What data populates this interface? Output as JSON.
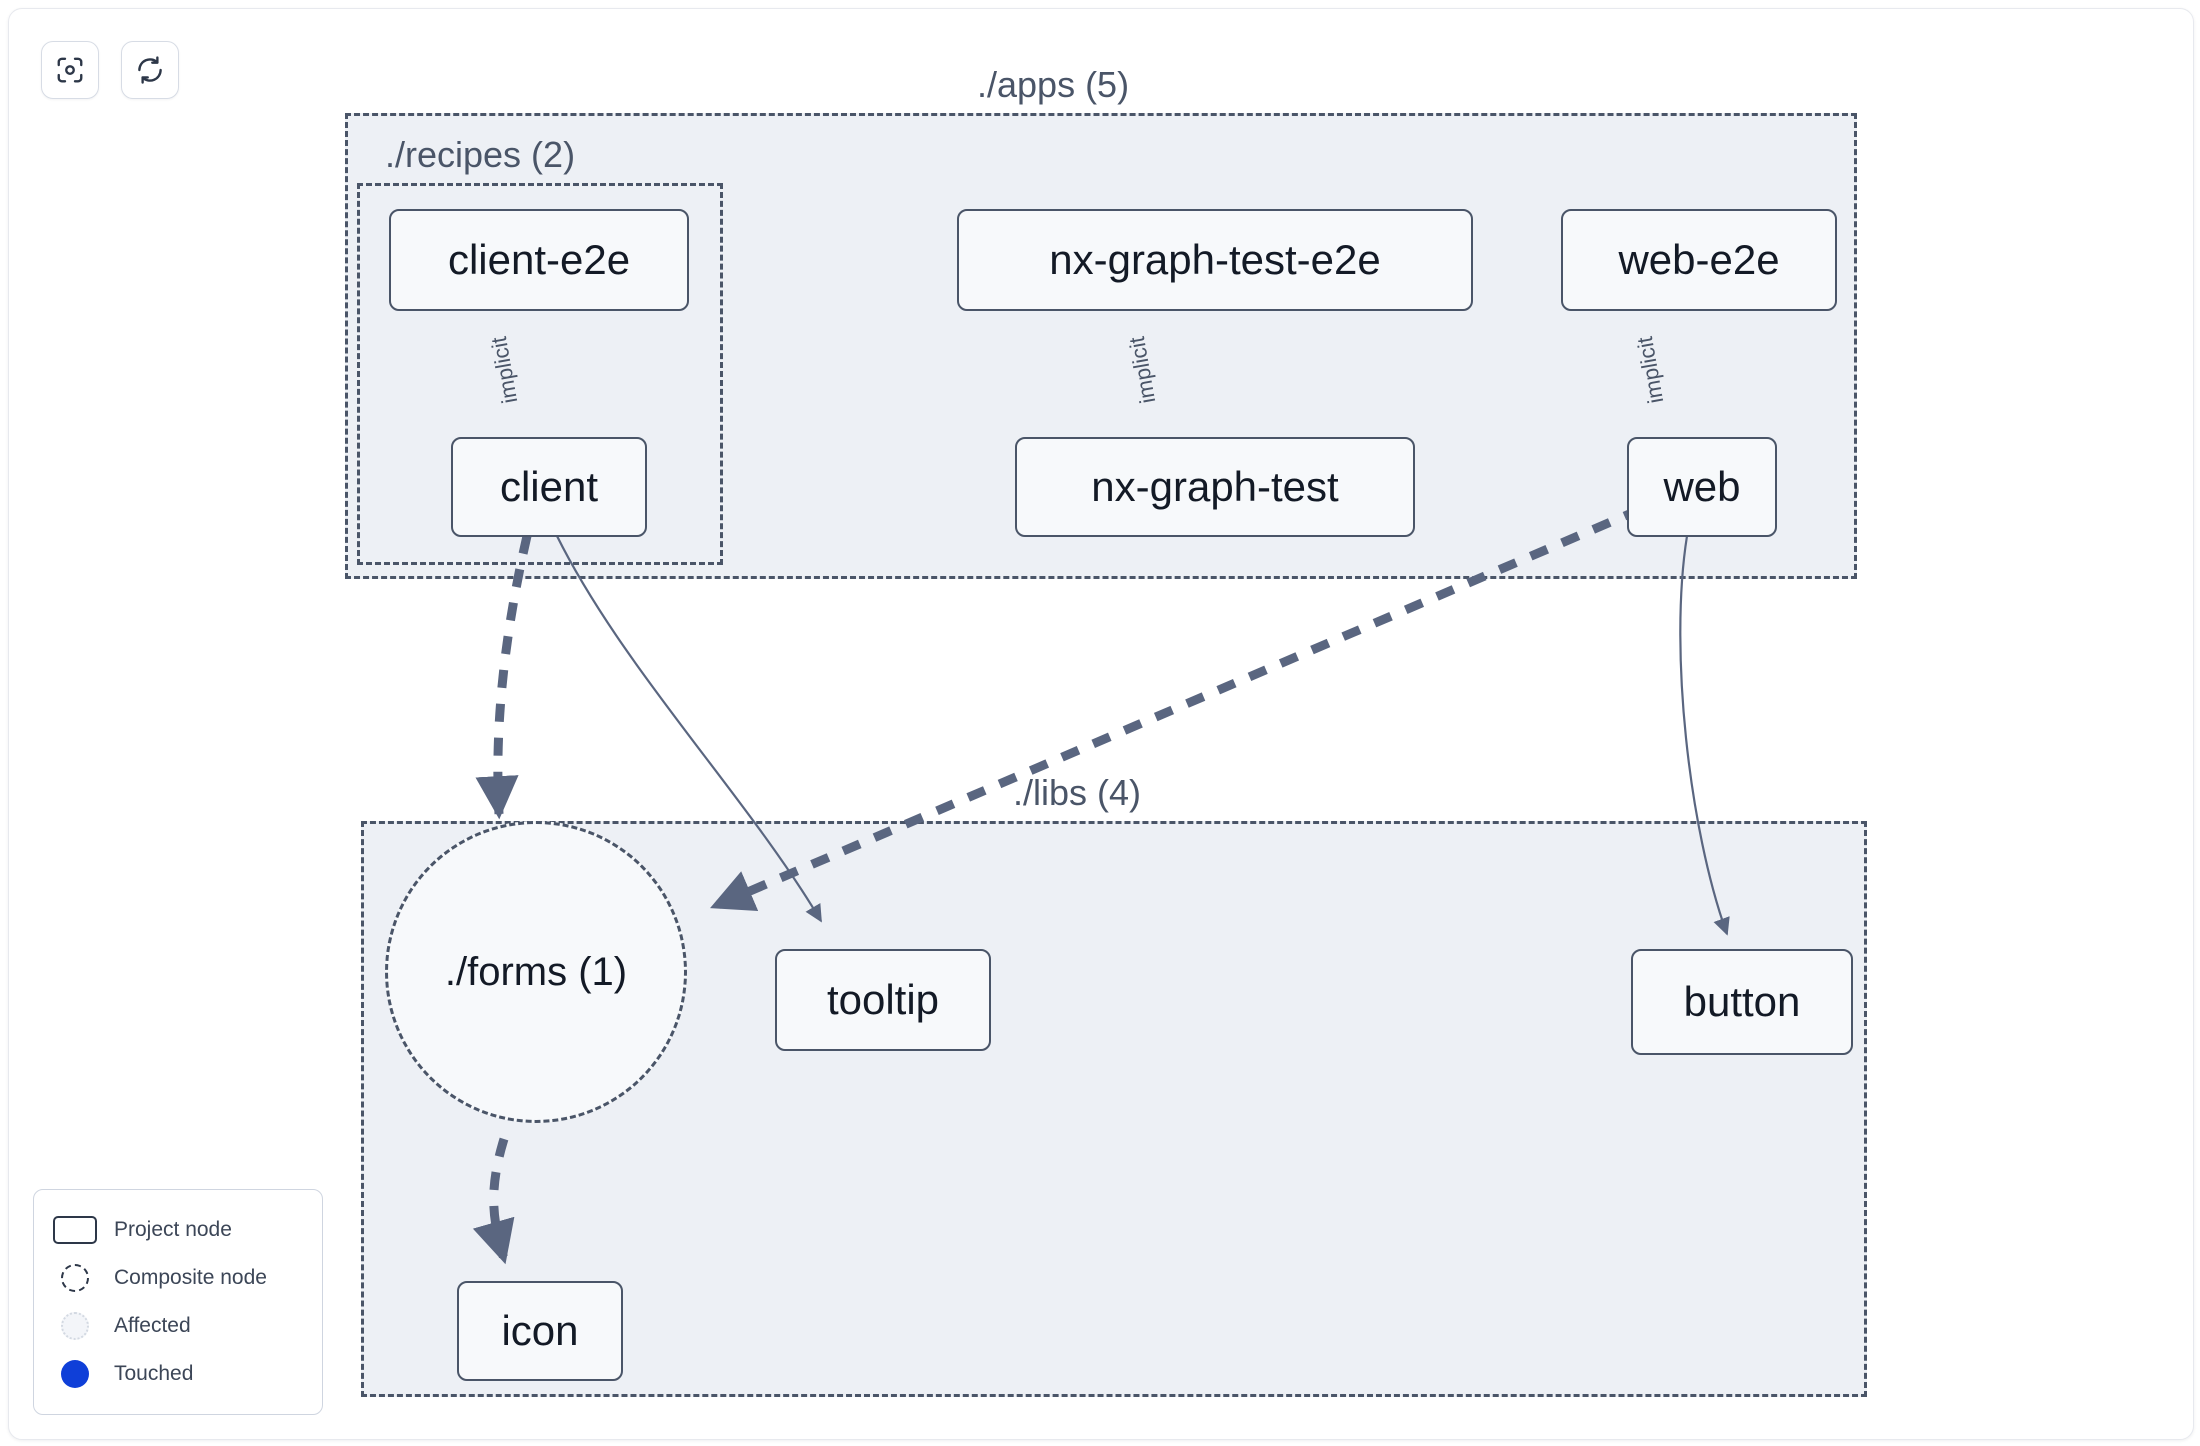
{
  "toolbar": {
    "buttons": [
      {
        "name": "focus-graph-button",
        "icon": "focus-target-icon",
        "label": ""
      },
      {
        "name": "refresh-graph-button",
        "icon": "refresh-icon",
        "label": ""
      }
    ]
  },
  "graph": {
    "groups": [
      {
        "id": "apps",
        "label": "./apps (5)"
      },
      {
        "id": "recipes",
        "label": "./recipes (2)"
      },
      {
        "id": "libs",
        "label": "./libs (4)"
      }
    ],
    "nodes": [
      {
        "id": "client-e2e",
        "label": "client-e2e",
        "type": "project",
        "group": "recipes"
      },
      {
        "id": "client",
        "label": "client",
        "type": "project",
        "group": "recipes"
      },
      {
        "id": "nx-graph-test-e2e",
        "label": "nx-graph-test-e2e",
        "type": "project",
        "group": "apps"
      },
      {
        "id": "nx-graph-test",
        "label": "nx-graph-test",
        "type": "project",
        "group": "apps"
      },
      {
        "id": "web-e2e",
        "label": "web-e2e",
        "type": "project",
        "group": "apps"
      },
      {
        "id": "web",
        "label": "web",
        "type": "project",
        "group": "apps"
      },
      {
        "id": "forms",
        "label": "./forms (1)",
        "type": "composite",
        "group": "libs"
      },
      {
        "id": "tooltip",
        "label": "tooltip",
        "type": "project",
        "group": "libs"
      },
      {
        "id": "button",
        "label": "button",
        "type": "project",
        "group": "libs"
      },
      {
        "id": "icon",
        "label": "icon",
        "type": "project",
        "group": "libs"
      }
    ],
    "edges": [
      {
        "from": "client-e2e",
        "to": "client",
        "label": "implicit",
        "style": "solid"
      },
      {
        "from": "nx-graph-test-e2e",
        "to": "nx-graph-test",
        "label": "implicit",
        "style": "solid"
      },
      {
        "from": "web-e2e",
        "to": "web",
        "label": "implicit",
        "style": "solid"
      },
      {
        "from": "client",
        "to": "forms",
        "label": "",
        "style": "dashed"
      },
      {
        "from": "client",
        "to": "tooltip",
        "label": "",
        "style": "solid"
      },
      {
        "from": "web",
        "to": "forms",
        "label": "",
        "style": "dashed"
      },
      {
        "from": "web",
        "to": "button",
        "label": "",
        "style": "solid"
      },
      {
        "from": "forms",
        "to": "icon",
        "label": "",
        "style": "dashed"
      }
    ]
  },
  "legend": {
    "items": [
      {
        "glyph": "project-node-glyph",
        "label": "Project node"
      },
      {
        "glyph": "composite-node-glyph",
        "label": "Composite node"
      },
      {
        "glyph": "affected-node-glyph",
        "label": "Affected"
      },
      {
        "glyph": "touched-node-glyph",
        "label": "Touched"
      }
    ]
  },
  "colors": {
    "node_border": "#4a5568",
    "node_fill": "#f7f9fb",
    "group_fill": "#edf0f5",
    "group_border": "#4a5568",
    "edge": "#5a6680",
    "touched": "#0f3fd8",
    "text": "#131a26"
  }
}
